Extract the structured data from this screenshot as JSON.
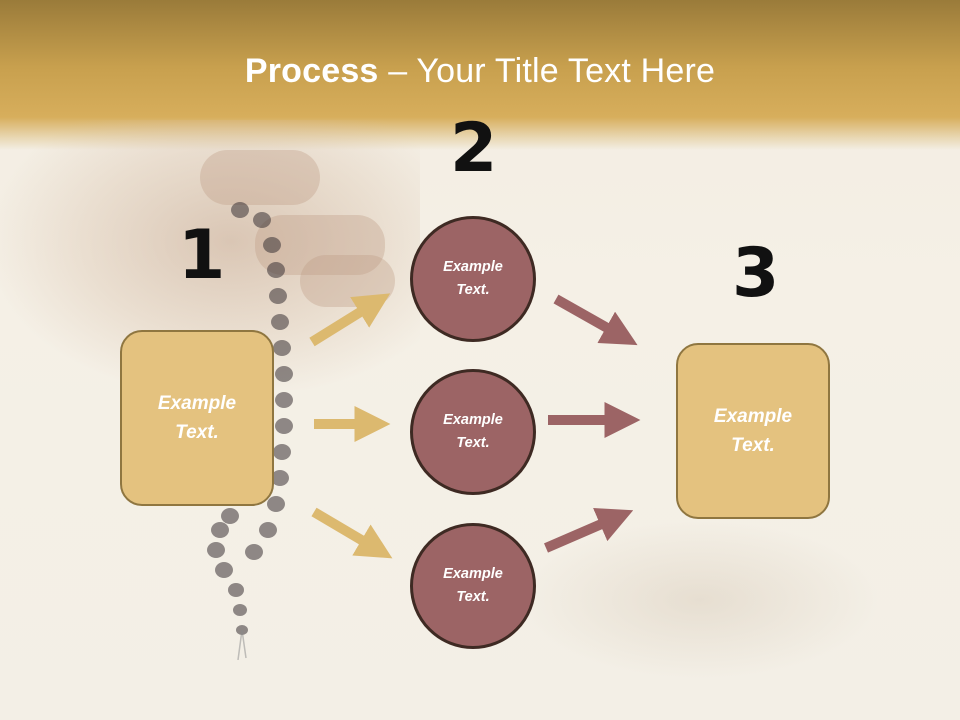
{
  "title": {
    "bold": "Process",
    "rest": " – Your Title Text Here"
  },
  "steps": {
    "one": {
      "number": "1",
      "text": "Example\nText."
    },
    "two": {
      "number": "2"
    },
    "three": {
      "number": "3",
      "text": "Example\nText."
    }
  },
  "circles": [
    {
      "text": "Example\nText."
    },
    {
      "text": "Example\nText."
    },
    {
      "text": "Example\nText."
    }
  ],
  "colors": {
    "header": "#c8a04e",
    "box_fill": "#e4c27f",
    "circle_fill": "#9c6465",
    "arrow_gold": "#dcb96f",
    "arrow_mauve": "#9c6465"
  }
}
